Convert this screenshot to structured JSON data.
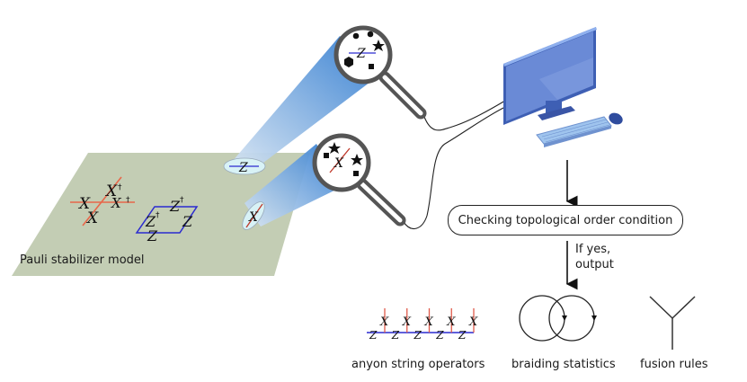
{
  "plane": {
    "label": "Pauli stabilizer model",
    "color": "#c3cdb4",
    "x_operator": {
      "symbols": [
        "X",
        "X",
        "X",
        "X"
      ],
      "daggers": [
        "†",
        "†"
      ],
      "color": "#e8674a"
    },
    "z_plaquette": {
      "symbols": [
        "Z",
        "Z",
        "Z",
        "Z"
      ],
      "daggers": [
        "†",
        "†"
      ],
      "color": "#2b2bd0"
    }
  },
  "probes": [
    {
      "name": "z-probe",
      "operator": "Z",
      "line_color": "#2b2bd0",
      "spot_color": "#d8f2f6"
    },
    {
      "name": "x-probe",
      "operator": "X",
      "line_color": "#c0392b",
      "spot_color": "#d8f2f6"
    }
  ],
  "beam_color": "#2f7bd0",
  "magnifier_color": "#555555",
  "computer": {
    "screen_color": "#5b7ccc",
    "frame_color": "#3e5fb4",
    "keyboard_color": "#9fc4ee"
  },
  "flow": {
    "process_label": "Checking topological order condition",
    "condition_line1": "If yes,",
    "condition_line2": "output"
  },
  "outputs": [
    {
      "label": "anyon string operators",
      "x_symbol": "X",
      "z_symbol": "Z",
      "count": 5
    },
    {
      "label": "braiding statistics"
    },
    {
      "label": "fusion rules"
    }
  ]
}
